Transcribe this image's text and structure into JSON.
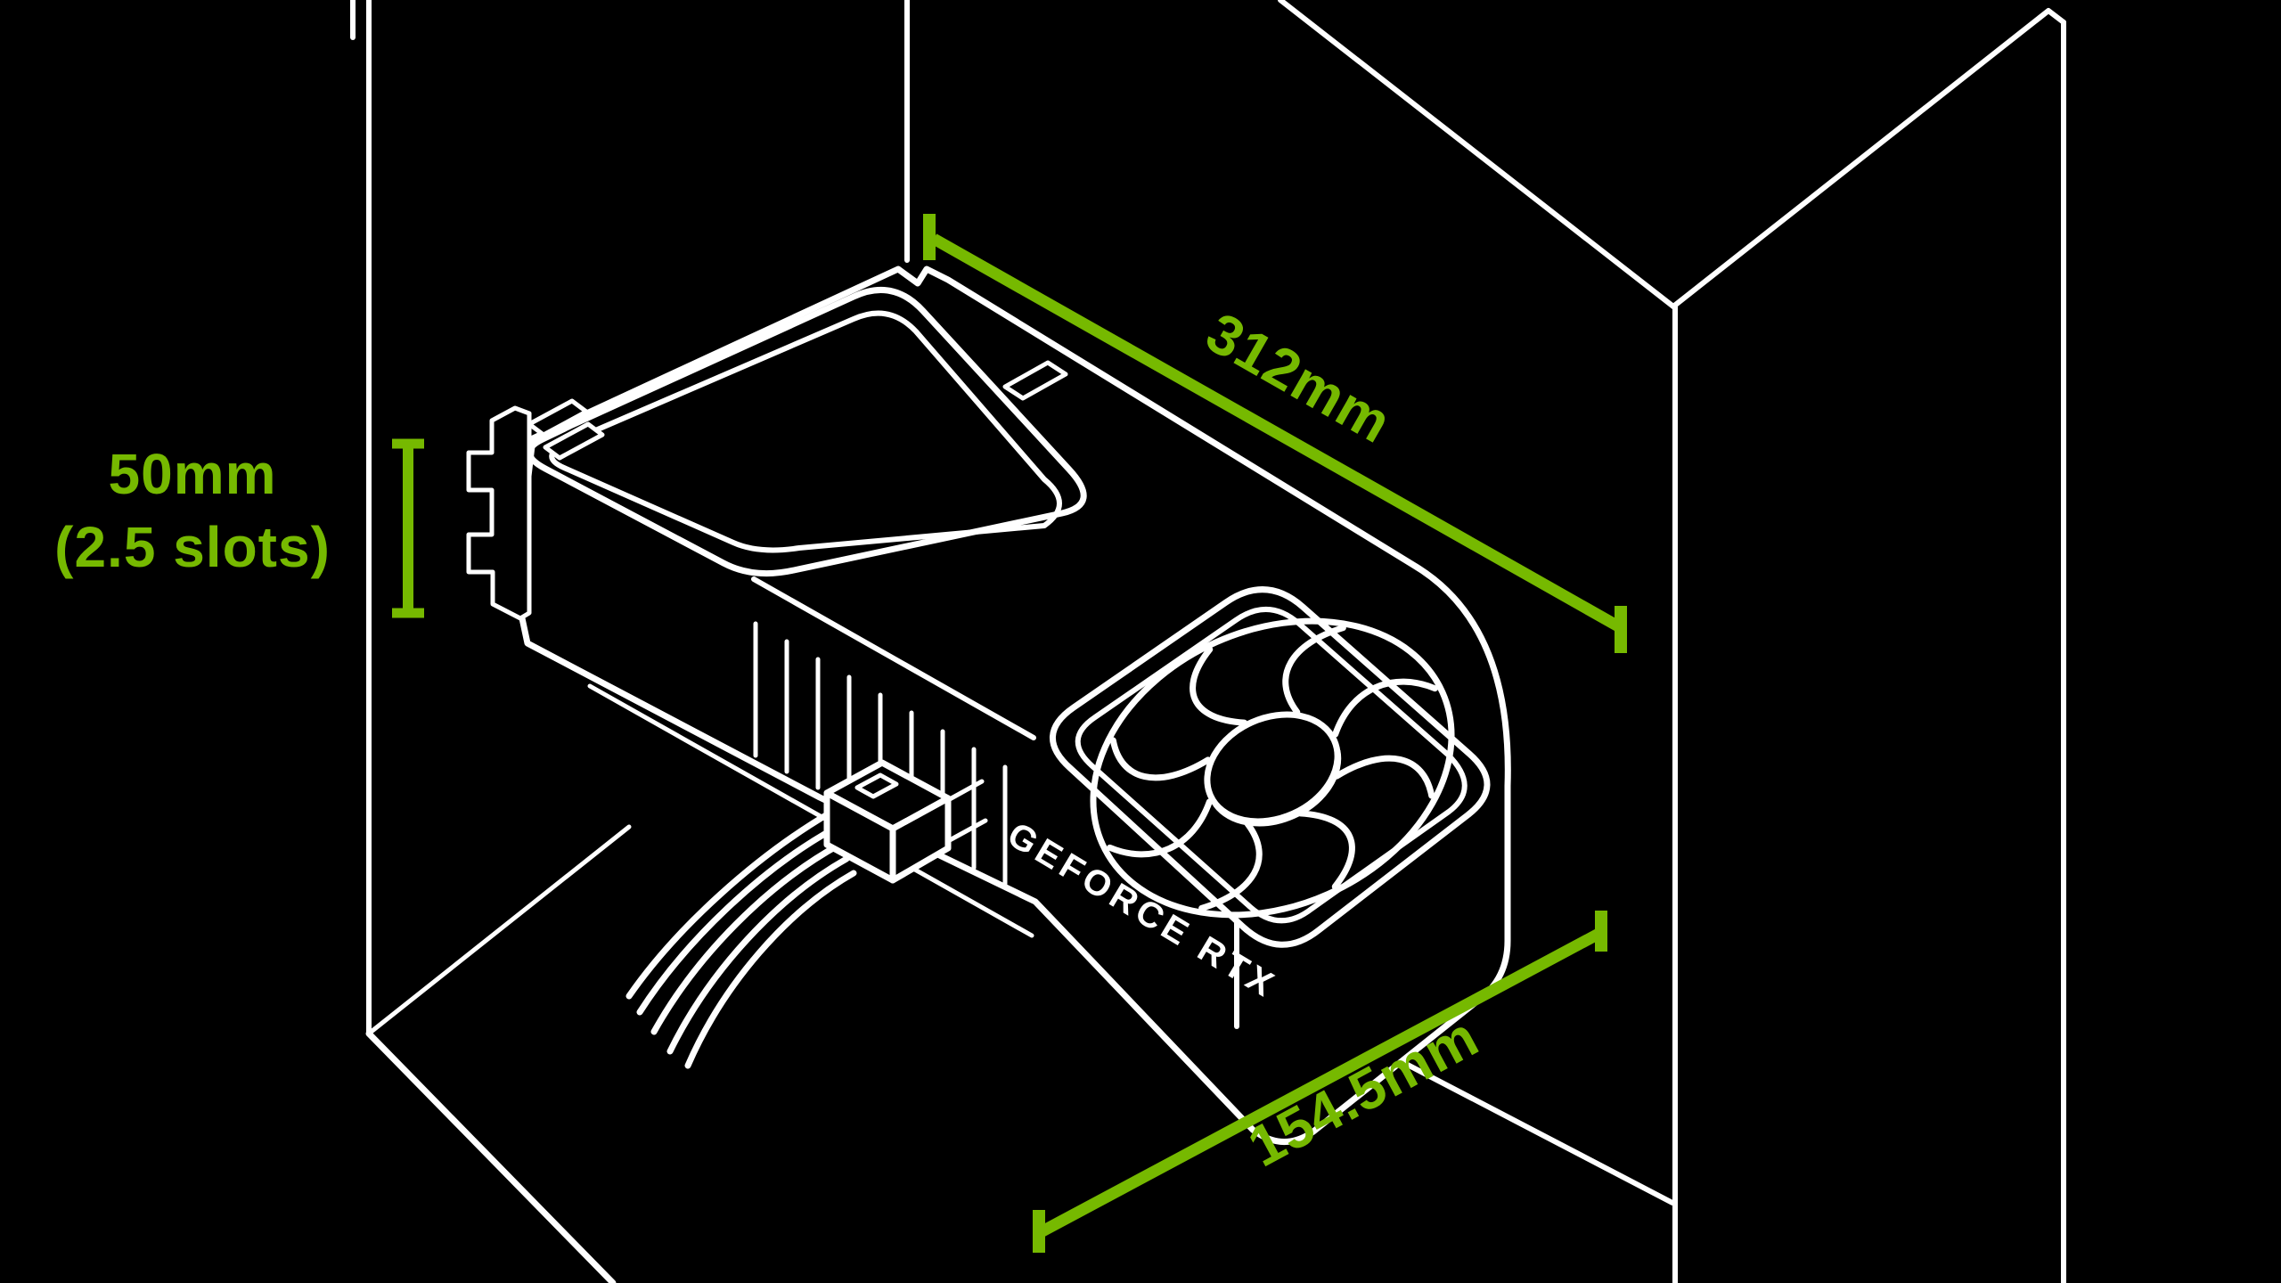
{
  "page": {
    "description": "Isometric line diagram of a GeForce RTX graphics card inside a PC case outline with dimension callouts",
    "background": "#000000"
  },
  "colors": {
    "nvidia_green": "#76B900",
    "line_white": "#ffffff",
    "background_black": "#000000"
  },
  "diagram": {
    "card_label": "GEFORCE RTX",
    "dimensions": {
      "length": {
        "label": "312mm"
      },
      "height": {
        "label": "50mm",
        "sublabel": "(2.5 slots)"
      },
      "depth": {
        "label": "154.5mm"
      }
    }
  }
}
